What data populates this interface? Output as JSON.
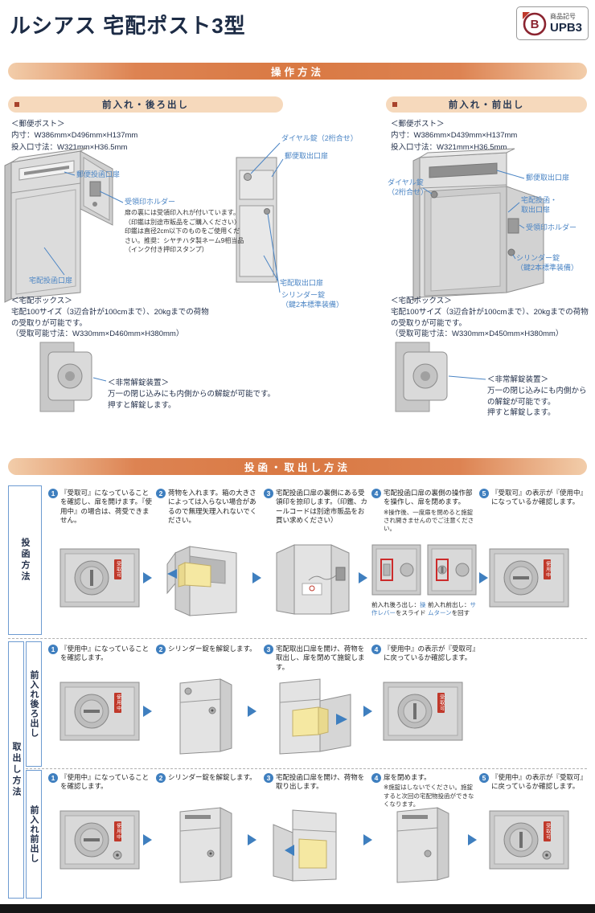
{
  "header": {
    "title": "ルシアス 宅配ポスト3型",
    "logo": {
      "letter": "B",
      "label": "商品記号",
      "code": "UPB3"
    }
  },
  "colors": {
    "accent_orange": "#dd8352",
    "subheader_peach": "#f6d9bc",
    "callout_blue": "#4a84c4",
    "status_red": "#c0392b",
    "title_navy": "#1c2b45"
  },
  "section_operation": {
    "title": "操作方法",
    "left": {
      "header": "前入れ・後ろ出し",
      "post_heading": "＜郵便ポスト＞",
      "post_inner": "内寸：W386mm×D496mm×H137mm",
      "post_slot": "投入口寸法：W321mm×H36.5mm",
      "label_mail_in": "郵便投函口扉",
      "label_stamp_holder": "受領印ホルダー",
      "stamp_note": "扉の裏には受領印入れが付いています。（印鑑は別途市販品をご購入ください）印鑑は直径2cm以下のものをご使用ください。推奨：シヤチハタ製ネーム9相当品（インク付き押印スタンプ）",
      "label_parcel_in": "宅配投函口扉",
      "label_dial": "ダイヤル錠（2桁合せ）",
      "label_mail_out": "郵便取出口扉",
      "label_parcel_out": "宅配取出口扉",
      "label_cylinder_1": "シリンダー錠",
      "label_cylinder_2": "（鍵2本標準装備）",
      "box_heading": "＜宅配ボックス＞",
      "box_text": "宅配100サイズ（3辺合計が100cmまで）、20kgまでの荷物の受取りが可能です。",
      "box_dims": "（受取可能寸法：W330mm×D460mm×H380mm）",
      "emergency_heading": "＜非常解錠装置＞",
      "emergency_line1": "万一の閉じ込みにも内側からの解錠が可能です。",
      "emergency_line2": "押すと解錠します。"
    },
    "right": {
      "header": "前入れ・前出し",
      "post_heading": "＜郵便ポスト＞",
      "post_inner": "内寸：W386mm×D439mm×H137mm",
      "post_slot": "投入口寸法：W321mm×H36.5mm",
      "label_dial_1": "ダイヤル錠",
      "label_dial_2": "（2桁合せ）",
      "label_mail_out": "郵便取出口扉",
      "label_parcel_1": "宅配投函・",
      "label_parcel_2": "取出口扉",
      "label_stamp_holder": "受領印ホルダー",
      "label_cylinder_1": "シリンダー錠",
      "label_cylinder_2": "（鍵2本標準装備）",
      "box_heading": "＜宅配ボックス＞",
      "box_text": "宅配100サイズ（3辺合計が100cmまで）、20kgまでの荷物の受取りが可能です。",
      "box_dims": "（受取可能寸法：W330mm×D450mm×H380mm）",
      "emergency_heading": "＜非常解錠装置＞",
      "emergency_line1": "万一の閉じ込みにも内側からの解錠が可能です。",
      "emergency_line2": "押すと解錠します。"
    }
  },
  "section_usage": {
    "title": "投函・取出し方法",
    "side": {
      "post": "投函方法",
      "takeout": "取出し方法",
      "rear": "前入れ後ろ出し",
      "front": "前入れ前出し"
    },
    "row_post": {
      "steps": [
        {
          "num": "1",
          "text": "『受取可』になっていることを確認し、扉を開けます。『使用中』の場合は、荷受できません。",
          "tag": "受取可"
        },
        {
          "num": "2",
          "text": "荷物を入れます。箱の大きさによっては入らない場合があるので無理矢理入れないでください。"
        },
        {
          "num": "3",
          "text": "宅配投函口扉の裏側にある受領印を捺印します。（印鑑、カールコードは別途市販品をお買い求めください）"
        },
        {
          "num": "4",
          "text": "宅配投函口扉の裏側の操作部を操作し、扉を閉めます。",
          "note": "※操作後、一度扉を閉めると施錠され開きませんのでご注意ください。"
        },
        {
          "num": "5",
          "text": "『受取可』の表示が『使用中』になっているか確認します。",
          "tag": "使用中"
        }
      ],
      "captions": [
        {
          "prefix": "前入れ後ろ出し：",
          "highlight": "操作レバー",
          "suffix": "をスライド"
        },
        {
          "prefix": "前入れ前出し：",
          "highlight": "サムターン",
          "suffix": "を回す"
        }
      ]
    },
    "row_rear": {
      "steps": [
        {
          "num": "1",
          "text": "『使用中』になっていることを確認します。",
          "tag": "使用中"
        },
        {
          "num": "2",
          "text": "シリンダー錠を解錠します。"
        },
        {
          "num": "3",
          "text": "宅配取出口扉を開け、荷物を取出し、扉を閉めて施錠します。"
        },
        {
          "num": "4",
          "text": "『使用中』の表示が『受取可』に戻っているか確認します。",
          "tag": "受取可"
        }
      ]
    },
    "row_front": {
      "steps": [
        {
          "num": "1",
          "text": "『使用中』になっていることを確認します。",
          "tag": "使用中"
        },
        {
          "num": "2",
          "text": "シリンダー錠を解錠します。"
        },
        {
          "num": "3",
          "text": "宅配投函口扉を開け、荷物を取り出します。"
        },
        {
          "num": "4",
          "text": "扉を閉めます。",
          "note": "※施錠はしないでください。施錠すると次回の宅配物投函ができなくなります。"
        },
        {
          "num": "5",
          "text": "『使用中』の表示が『受取可』に戻っているか確認します。",
          "tag": "受取可"
        }
      ]
    }
  }
}
